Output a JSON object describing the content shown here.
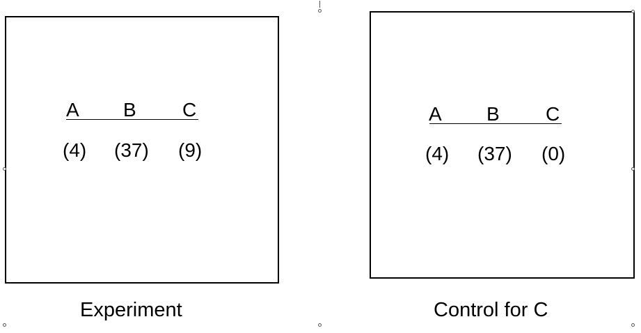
{
  "experiment": {
    "headers": [
      "A",
      "B",
      "C"
    ],
    "values": [
      "(4)",
      "(37)",
      "(9)"
    ],
    "caption": "Experiment"
  },
  "control": {
    "headers": [
      "A",
      "B",
      "C"
    ],
    "values": [
      "(4)",
      "(37)",
      "(0)"
    ],
    "caption": "Control for C"
  }
}
